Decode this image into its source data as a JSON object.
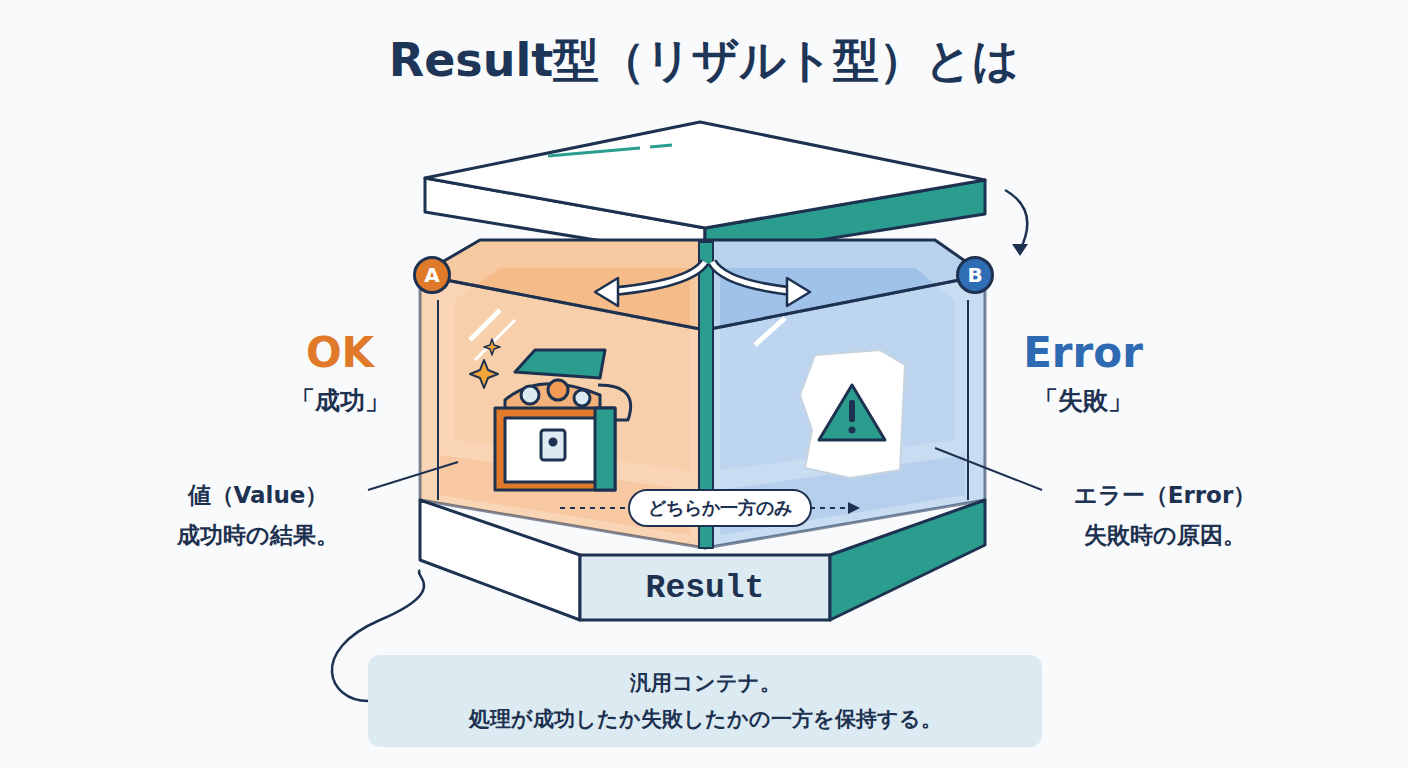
{
  "diagram": {
    "title": "Result型（リザルト型）とは",
    "nodes": [
      {
        "text": [
          "Result"
        ]
      },
      {
        "text": [
          "どちらか一方のみ"
        ],
        "in": 0
      },
      {
        "text": [
          "A"
        ]
      },
      {
        "text": [
          "B"
        ]
      },
      {
        "text": [
          "汎用コンテナ。 処理が成功したか失敗したかの一方を保持する。"
        ]
      }
    ],
    "edges": [
      {
        "from": 4,
        "to": 0,
        "arrow": "none"
      }
    ],
    "labels": [
      "OK",
      "「成功」",
      "Error",
      "「失敗」",
      "値（Value） 成功時の結果。",
      "エラー（Error） 失敗時の原因。"
    ]
  }
}
